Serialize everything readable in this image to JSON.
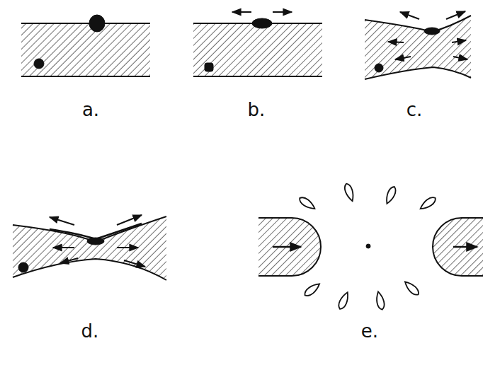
{
  "diagram": {
    "labels": [
      "a.",
      "b.",
      "c.",
      "d.",
      "e."
    ]
  }
}
